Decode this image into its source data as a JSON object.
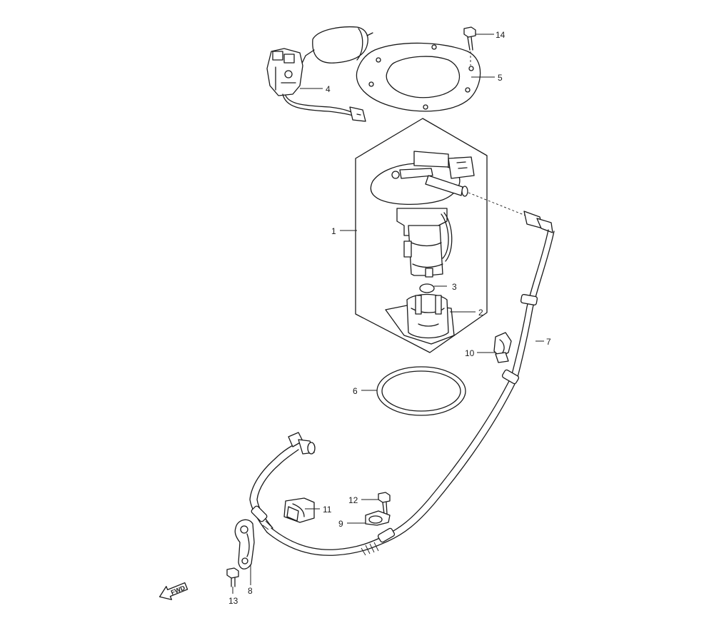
{
  "callouts": [
    {
      "id": "1",
      "label": "1"
    },
    {
      "id": "2",
      "label": "2"
    },
    {
      "id": "3",
      "label": "3"
    },
    {
      "id": "4",
      "label": "4"
    },
    {
      "id": "5",
      "label": "5"
    },
    {
      "id": "6",
      "label": "6"
    },
    {
      "id": "7",
      "label": "7"
    },
    {
      "id": "8",
      "label": "8"
    },
    {
      "id": "9",
      "label": "9"
    },
    {
      "id": "10",
      "label": "10"
    },
    {
      "id": "11",
      "label": "11"
    },
    {
      "id": "12",
      "label": "12"
    },
    {
      "id": "13",
      "label": "13"
    },
    {
      "id": "14",
      "label": "14"
    }
  ],
  "direction_marker": {
    "text": "FWD"
  }
}
